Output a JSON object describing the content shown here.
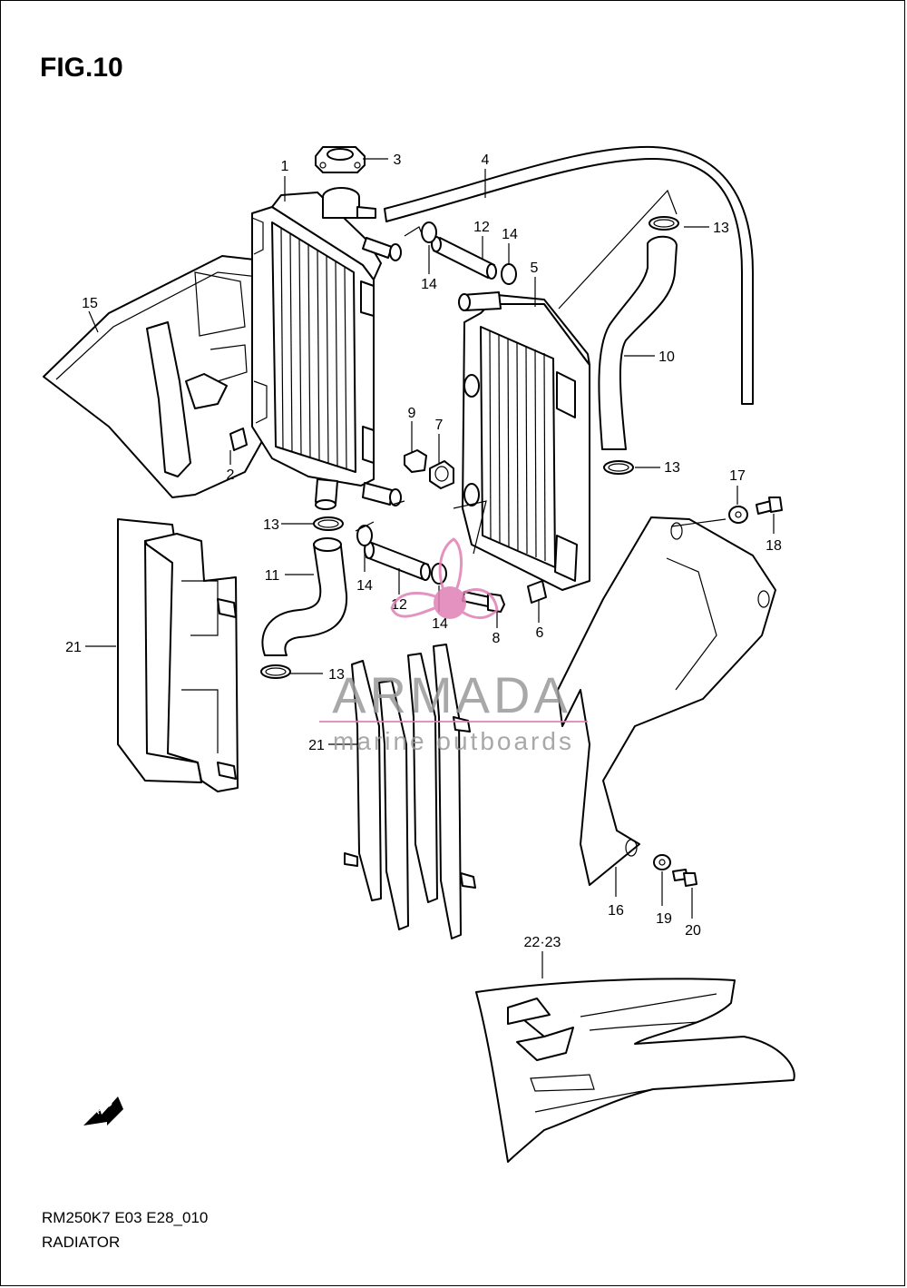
{
  "figure": {
    "title": "FIG.10",
    "model_code": "RM250K7 E03 E28_010",
    "section": "RADIATOR"
  },
  "watermark": {
    "brand": "ARMADA",
    "tagline": "marine outboards",
    "logo_color": "#e07fb4",
    "text_color": "#9a9a9a"
  },
  "fwd_label": "FWD",
  "callouts": [
    {
      "id": "c1",
      "label": "1"
    },
    {
      "id": "c2",
      "label": "2"
    },
    {
      "id": "c3",
      "label": "3"
    },
    {
      "id": "c4",
      "label": "4"
    },
    {
      "id": "c5",
      "label": "5"
    },
    {
      "id": "c6",
      "label": "6"
    },
    {
      "id": "c7",
      "label": "7"
    },
    {
      "id": "c8",
      "label": "8"
    },
    {
      "id": "c9",
      "label": "9"
    },
    {
      "id": "c10",
      "label": "10"
    },
    {
      "id": "c11",
      "label": "11"
    },
    {
      "id": "c12a",
      "label": "12"
    },
    {
      "id": "c12b",
      "label": "12"
    },
    {
      "id": "c13a",
      "label": "13"
    },
    {
      "id": "c13b",
      "label": "13"
    },
    {
      "id": "c13c",
      "label": "13"
    },
    {
      "id": "c13d",
      "label": "13"
    },
    {
      "id": "c14a",
      "label": "14"
    },
    {
      "id": "c14b",
      "label": "14"
    },
    {
      "id": "c14c",
      "label": "14"
    },
    {
      "id": "c14d",
      "label": "14"
    },
    {
      "id": "c15",
      "label": "15"
    },
    {
      "id": "c16",
      "label": "16"
    },
    {
      "id": "c17",
      "label": "17"
    },
    {
      "id": "c18",
      "label": "18"
    },
    {
      "id": "c19",
      "label": "19"
    },
    {
      "id": "c20",
      "label": "20"
    },
    {
      "id": "c21a",
      "label": "21"
    },
    {
      "id": "c21b",
      "label": "21"
    },
    {
      "id": "c2223",
      "label": "22·23"
    }
  ]
}
